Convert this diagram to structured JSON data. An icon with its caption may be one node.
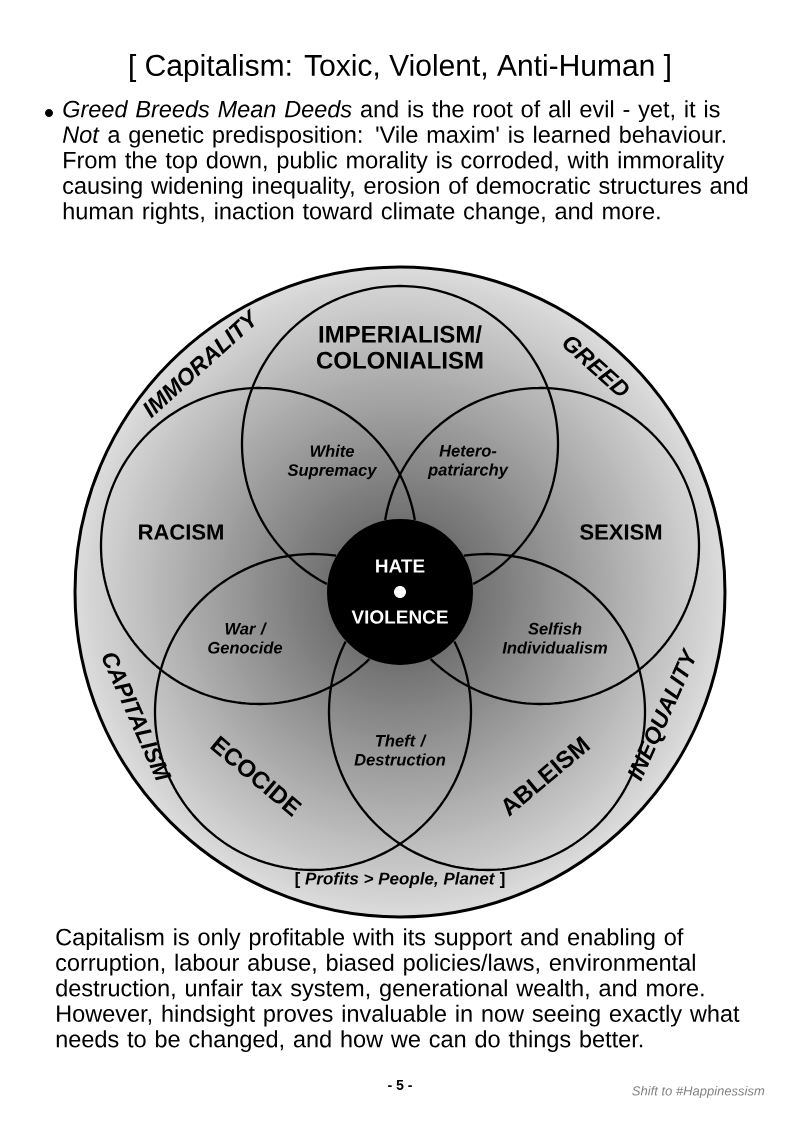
{
  "diagram": {
    "title": "[ Capitalism: Toxic, Violent, Anti-Human ]",
    "nodes": [
      {
        "text": [
          "IMMORALITY",
          "GREED",
          "CAPITALISM",
          "INEQUALITY",
          "[ *Profits > People, Planet* ]"
        ]
      },
      {
        "text": [
          "IMPERIALISM/ COLONIALISM"
        ],
        "in": 0
      },
      {
        "text": [
          "RACISM"
        ],
        "in": 0
      },
      {
        "text": [
          "SEXISM"
        ],
        "in": 0
      },
      {
        "text": [
          "HATE",
          "VIOLENCE"
        ],
        "in": 0
      },
      {
        "text": [
          "ECOCIDE"
        ],
        "in": 0
      },
      {
        "text": [
          "ABLEISM"
        ],
        "in": 0
      }
    ],
    "labels": [
      "*Greed Breeds Mean Deeds* and is the root of all evil - yet, it is *Not* a genetic predisposition: 'Vile maxim' is learned behaviour. From the top down, public morality is corroded, with immorality causing widening inequality, erosion of democratic structures and human rights, inaction toward climate change, and more.",
      "White Supremacy",
      "Hetero- patriarchy",
      "War / Genocide",
      "Selfish Individualism",
      "Theft / Destruction",
      "Capitalism is only profitable with its support and enabling of corruption, labour abuse, biased policies/laws, environmental destruction, unfair tax system, generational wealth, and more. However, hindsight proves invaluable in now seeing exactly what needs to be changed, and how we can do things better.",
      "- 5 -",
      "Shift to #Happinessism"
    ]
  }
}
